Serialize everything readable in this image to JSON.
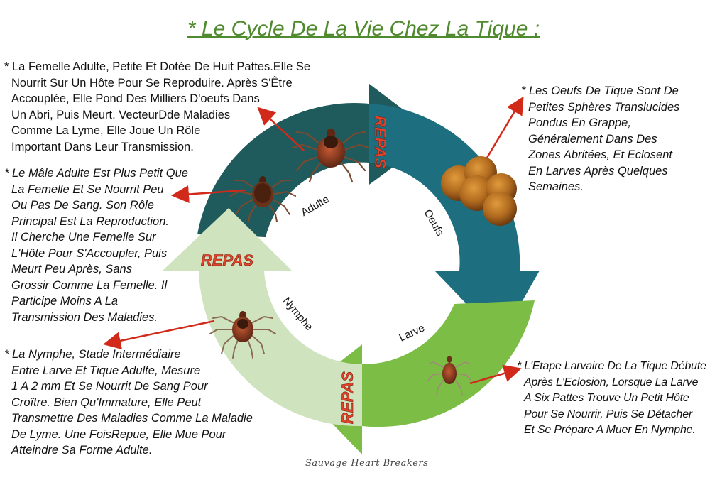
{
  "title": "* Le Cycle De La Vie Chez La Tique :",
  "stages": {
    "adulte": "Adulte",
    "oeufs": "Oeufs",
    "larve": "Larve",
    "nymphe": "Nymphe"
  },
  "repas": [
    "REPAS",
    "REPAS",
    "REPAS"
  ],
  "notes": {
    "femelle": [
      "* La Femelle Adulte, Petite Et Dotée De Huit Pattes.Elle Se",
      "Nourrit Sur Un Hôte Pour Se Reproduire. Après S'Être",
      "Accouplée, Elle Pond Des Milliers D'oeufs Dans",
      "Un Abri, Puis Meurt. VecteurDde Maladies",
      "Comme La Lyme, Elle Joue Un Rôle",
      "Important Dans Leur Transmission."
    ],
    "male": [
      "* Le Mâle Adulte Est Plus Petit Que",
      "La Femelle Et Se Nourrit Peu",
      "Ou Pas De Sang. Son Rôle",
      "Principal Est La Reproduction.",
      "Il Cherche Une Femelle Sur",
      "L'Hôte Pour S'Accoupler, Puis",
      "Meurt Peu Après, Sans",
      "Grossir Comme La Femelle. Il",
      "Participe Moins A La",
      "Transmission Des Maladies."
    ],
    "nymphe": [
      "* La Nymphe, Stade Intermédiaire",
      "Entre Larve Et Tique Adulte, Mesure",
      "1 A 2 mm Et Se Nourrit De Sang Pour",
      "Croître. Bien Qu'Immature, Elle Peut",
      "Transmettre Des Maladies Comme La Maladie",
      "De Lyme. Une FoisRepue, Elle Mue Pour",
      "Atteindre Sa Forme Adulte."
    ],
    "oeufs": [
      "* Les Oeufs De Tique Sont De",
      "Petites Sphères Translucides",
      "Pondus En Grappe,",
      "Généralement Dans Des",
      "Zones Abritées, Et Eclosent",
      "En Larves Après Quelques",
      "Semaines."
    ],
    "larve": [
      "* L'Etape Larvaire De La Tique Débute",
      "Après L'Eclosion, Lorsque La Larve",
      "A Six Pattes Trouve Un Petit Hôte",
      "Pour Se Nourrir, Puis Se Détacher",
      "Et Se Prépare A Muer En Nymphe."
    ]
  },
  "credit": "Sauvage Heart Breakers",
  "colors": {
    "title": "#4f8a2e",
    "adult_arrow": "#1f5a5c",
    "eggs_arrow": "#1d6f80",
    "larva_arrow": "#7cbd45",
    "nymph_arrow": "#cfe4be",
    "repas": "#e1442a",
    "pointer": "#d22a1a",
    "egg": "#b86c1e",
    "tick_body": "#8a3b22"
  },
  "icons": [
    "female-tick-icon",
    "male-tick-icon",
    "eggs-icon",
    "larva-tick-icon",
    "nymph-tick-icon"
  ]
}
